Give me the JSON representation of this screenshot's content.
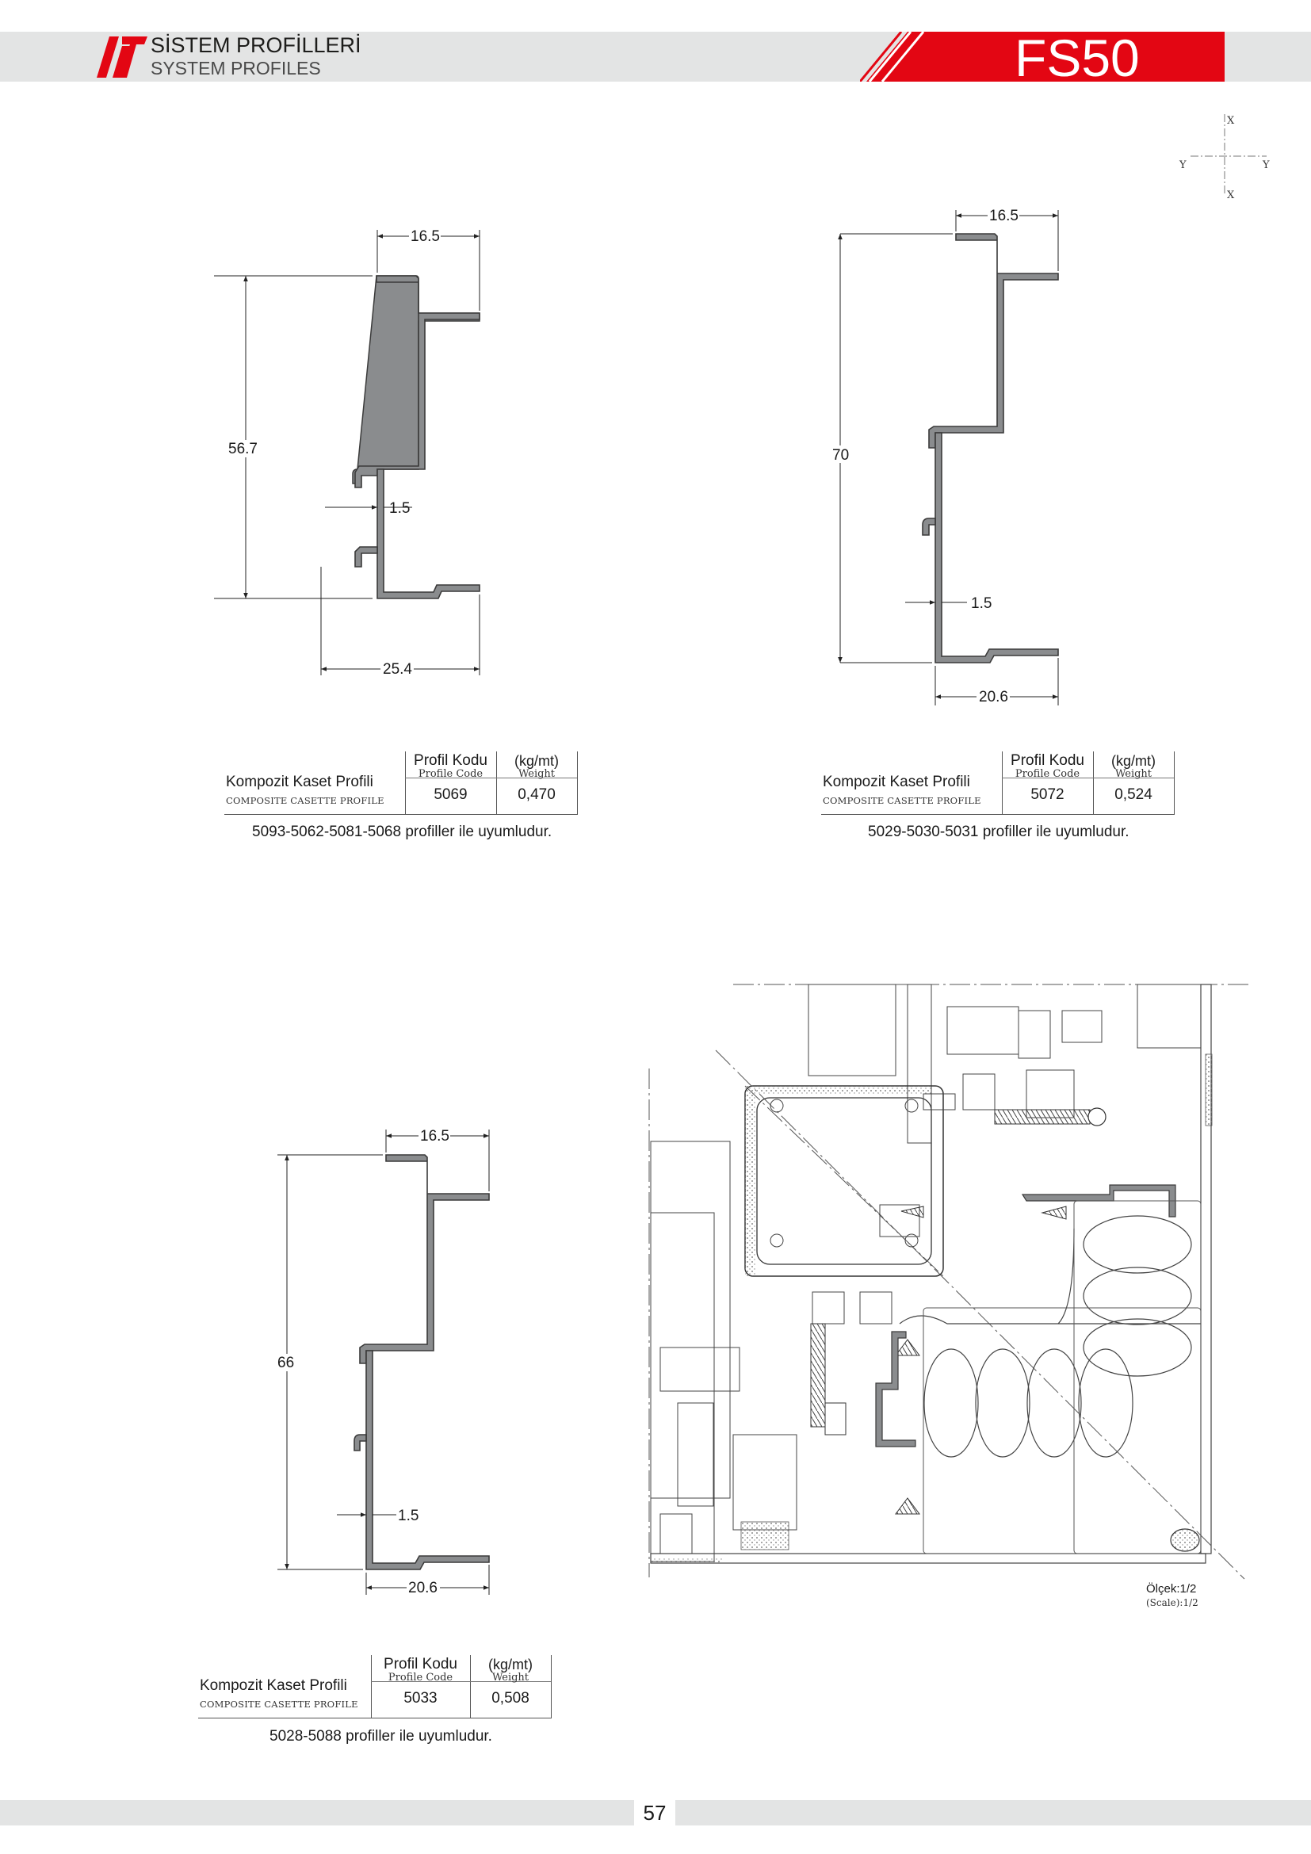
{
  "header": {
    "brand_title": "SİSTEM PROFİLLERİ",
    "brand_subtitle": "SYSTEM PROFILES",
    "series": "FS50",
    "accent_color": "#e30613",
    "logo": "brand-logo-mark"
  },
  "axis_legend": {
    "x_top": "X",
    "x_bottom": "X",
    "y_left": "Y",
    "y_right": "Y"
  },
  "profiles": [
    {
      "dimensions": {
        "top_width": "16.5",
        "height": "56.7",
        "wall": "1.5",
        "bottom_width": "25.4"
      },
      "name": "Kompozit Kaset Profili",
      "name_en": "COMPOSITE CASETTE PROFILE",
      "code_header": "Profil Kodu",
      "code_header_en": "Profile Code",
      "weight_header": "(kg/mt)",
      "weight_header_en": "Weight",
      "code": "5069",
      "weight": "0,470",
      "compat": "5093-5062-5081-5068 profiller ile uyumludur."
    },
    {
      "dimensions": {
        "top_width": "16.5",
        "height": "70",
        "wall": "1.5",
        "bottom_width": "20.6"
      },
      "name": "Kompozit Kaset Profili",
      "name_en": "COMPOSITE CASETTE PROFILE",
      "code_header": "Profil Kodu",
      "code_header_en": "Profile Code",
      "weight_header": "(kg/mt)",
      "weight_header_en": "Weight",
      "code": "5072",
      "weight": "0,524",
      "compat": "5029-5030-5031 profiller ile uyumludur."
    },
    {
      "dimensions": {
        "top_width": "16.5",
        "height": "66",
        "wall": "1.5",
        "bottom_width": "20.6"
      },
      "name": "Kompozit Kaset Profili",
      "name_en": "COMPOSITE CASETTE PROFILE",
      "code_header": "Profil Kodu",
      "code_header_en": "Profile Code",
      "weight_header": "(kg/mt)",
      "weight_header_en": "Weight",
      "code": "5033",
      "weight": "0,508",
      "compat": "5028-5088 profiller ile uyumludur."
    }
  ],
  "detail": {
    "scale": "Ölçek:1/2",
    "scale_en": "(Scale):1/2"
  },
  "footer": {
    "page_number": "57"
  }
}
